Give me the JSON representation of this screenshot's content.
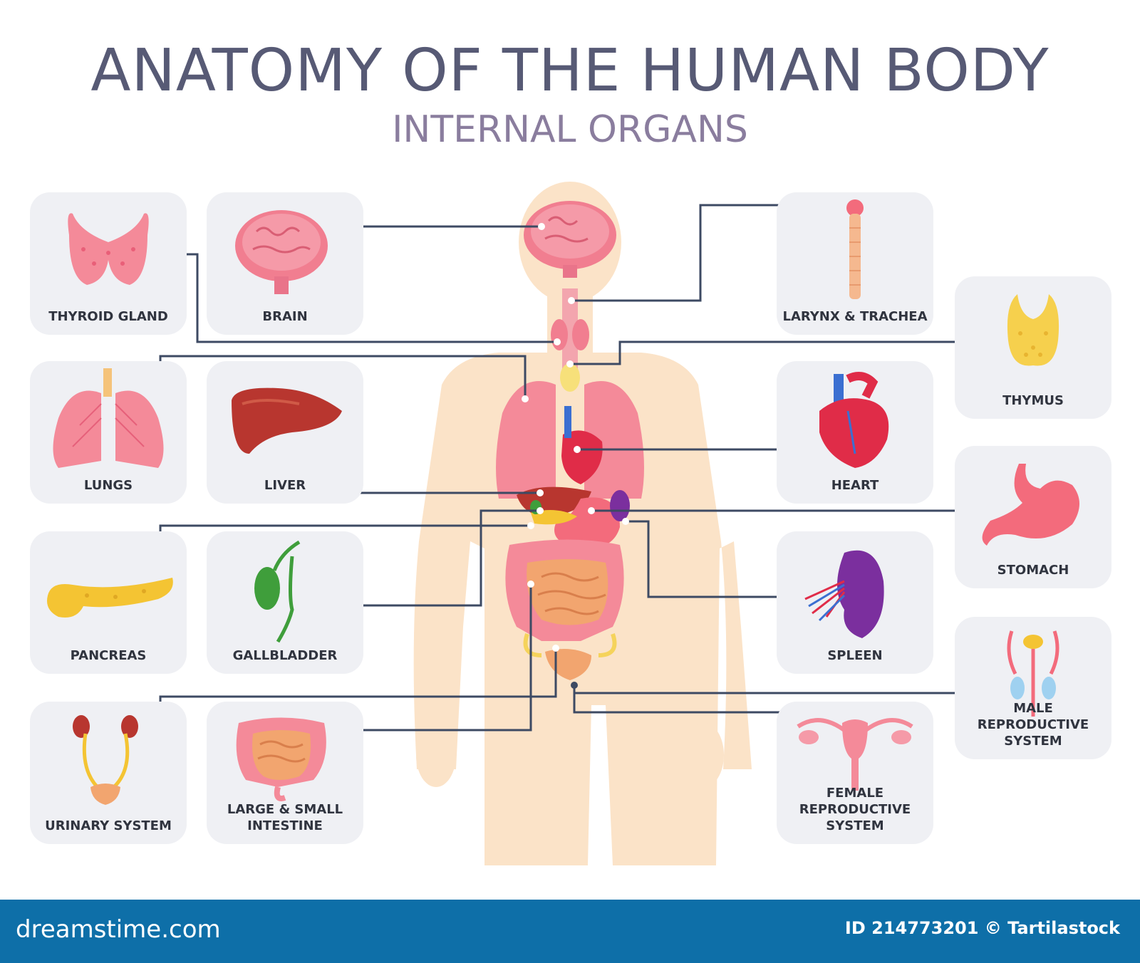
{
  "header": {
    "title": "ANATOMY OF THE HUMAN BODY",
    "subtitle": "INTERNAL ORGANS"
  },
  "organs": {
    "thyroid": "THYROID GLAND",
    "brain": "BRAIN",
    "larynx": "LARYNX & TRACHEA",
    "thymus": "THYMUS",
    "lungs": "LUNGS",
    "liver": "LIVER",
    "heart": "HEART",
    "stomach": "STOMACH",
    "pancreas": "PANCREAS",
    "gallbladder": "GALLBLADDER",
    "spleen": "SPLEEN",
    "male_line1": "MALE",
    "male_line2": "REPRODUCTIVE SYSTEM",
    "urinary": "URINARY SYSTEM",
    "intestine_line1": "LARGE & SMALL",
    "intestine_line2": "INTESTINE",
    "female_line1": "FEMALE",
    "female_line2": "REPRODUCTIVE SYSTEM"
  },
  "footer": {
    "brand": "dreamstime.com",
    "credit": "ID 214773201 © Tartilastock"
  },
  "colors": {
    "title": "#575a75",
    "subtitle": "#8a7d9e",
    "card_bg": "#eff0f4",
    "body_silhouette": "#fbe3c8",
    "connector": "#3d4a63",
    "footer_bg": "#0e6fa8"
  }
}
